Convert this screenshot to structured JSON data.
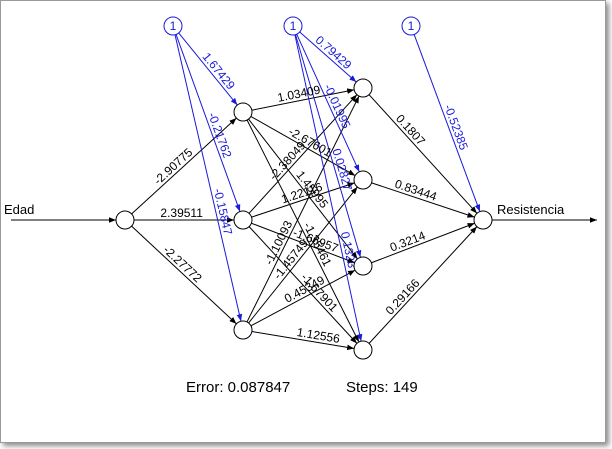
{
  "diagram": {
    "type": "neural-network",
    "input_label": "Edad",
    "output_label": "Resistencia",
    "bias_label": "1",
    "colors": {
      "connection": "#000000",
      "bias": "#1a1adb",
      "node_fill": "#ffffff"
    },
    "weights": {
      "input_to_hidden1": [
        "-2.90775",
        "2.39511",
        "-2.27772"
      ],
      "hidden1_to_hidden2": [
        [
          "1.03409",
          "-2.67601",
          "1.45995",
          "-1.35461"
        ],
        [
          "-2.38049",
          "1.22116",
          "-1.66957",
          "-1.67901"
        ],
        [
          "-1.10093",
          "-1.45749",
          "0.45349",
          "1.12556"
        ]
      ],
      "hidden2_to_output": [
        "0.1807",
        "0.83444",
        "0.3214",
        "0.29166"
      ],
      "bias_to_hidden1": [
        "1.67429",
        "-0.21762",
        "-0.15847"
      ],
      "bias_to_hidden2": [
        "0.79429",
        "-0.01995",
        "0.02827",
        "0.1323"
      ],
      "bias_to_output": "-0.52385"
    },
    "footer": {
      "error_text": "Error: 0.087847",
      "steps_text": "Steps: 149"
    }
  }
}
